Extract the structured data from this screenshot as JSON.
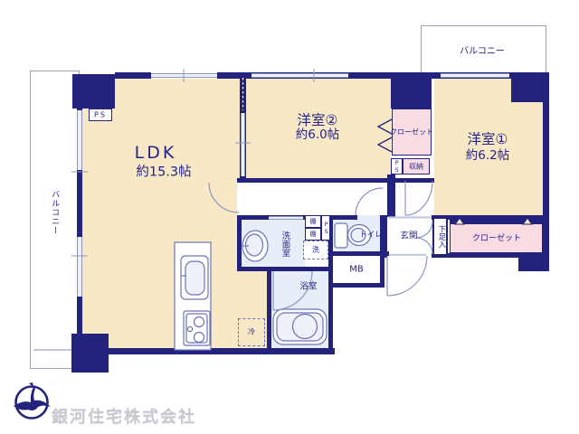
{
  "company": {
    "name": "銀河住宅株式会社"
  },
  "floorplan": {
    "rooms": {
      "ldk": {
        "label": "LDK",
        "size": "約15.3帖"
      },
      "bedroom2": {
        "label": "洋室②",
        "size": "約6.0帖"
      },
      "bedroom1": {
        "label": "洋室①",
        "size": "約6.2帖"
      },
      "balcony_left": {
        "label": "バルコニー"
      },
      "balcony_top": {
        "label": "バルコニー"
      },
      "washroom": {
        "label": "洗面室"
      },
      "bathroom": {
        "label": "浴室"
      },
      "toilet": {
        "label": "トイレ"
      },
      "entrance": {
        "label": "玄関"
      },
      "shoe_cabinet": {
        "label": "下足入"
      },
      "closet_bedroom2": {
        "label": "クローゼット"
      },
      "closet_bedroom1": {
        "label": "クローゼット"
      },
      "storage": {
        "label": "収納"
      },
      "meter_box": {
        "label": "MB"
      },
      "pipe_space_top": {
        "label": "PS"
      },
      "pipe_space_mid": {
        "label": "PS"
      },
      "pipe_space_wash": {
        "label": "PS"
      },
      "shelf_upper": {
        "label": "棚"
      },
      "shelf_lower": {
        "label": "棚"
      },
      "washer_space": {
        "label": "洗"
      },
      "fridge_space": {
        "label": "冷"
      }
    },
    "colors": {
      "wall": "#23237d",
      "room_cream": "#f8e8c6",
      "closet_pink": "#f9dce1",
      "wet_blue": "#e7eef8",
      "label_navy": "#232388",
      "company_gray": "#c6c7d0"
    }
  }
}
